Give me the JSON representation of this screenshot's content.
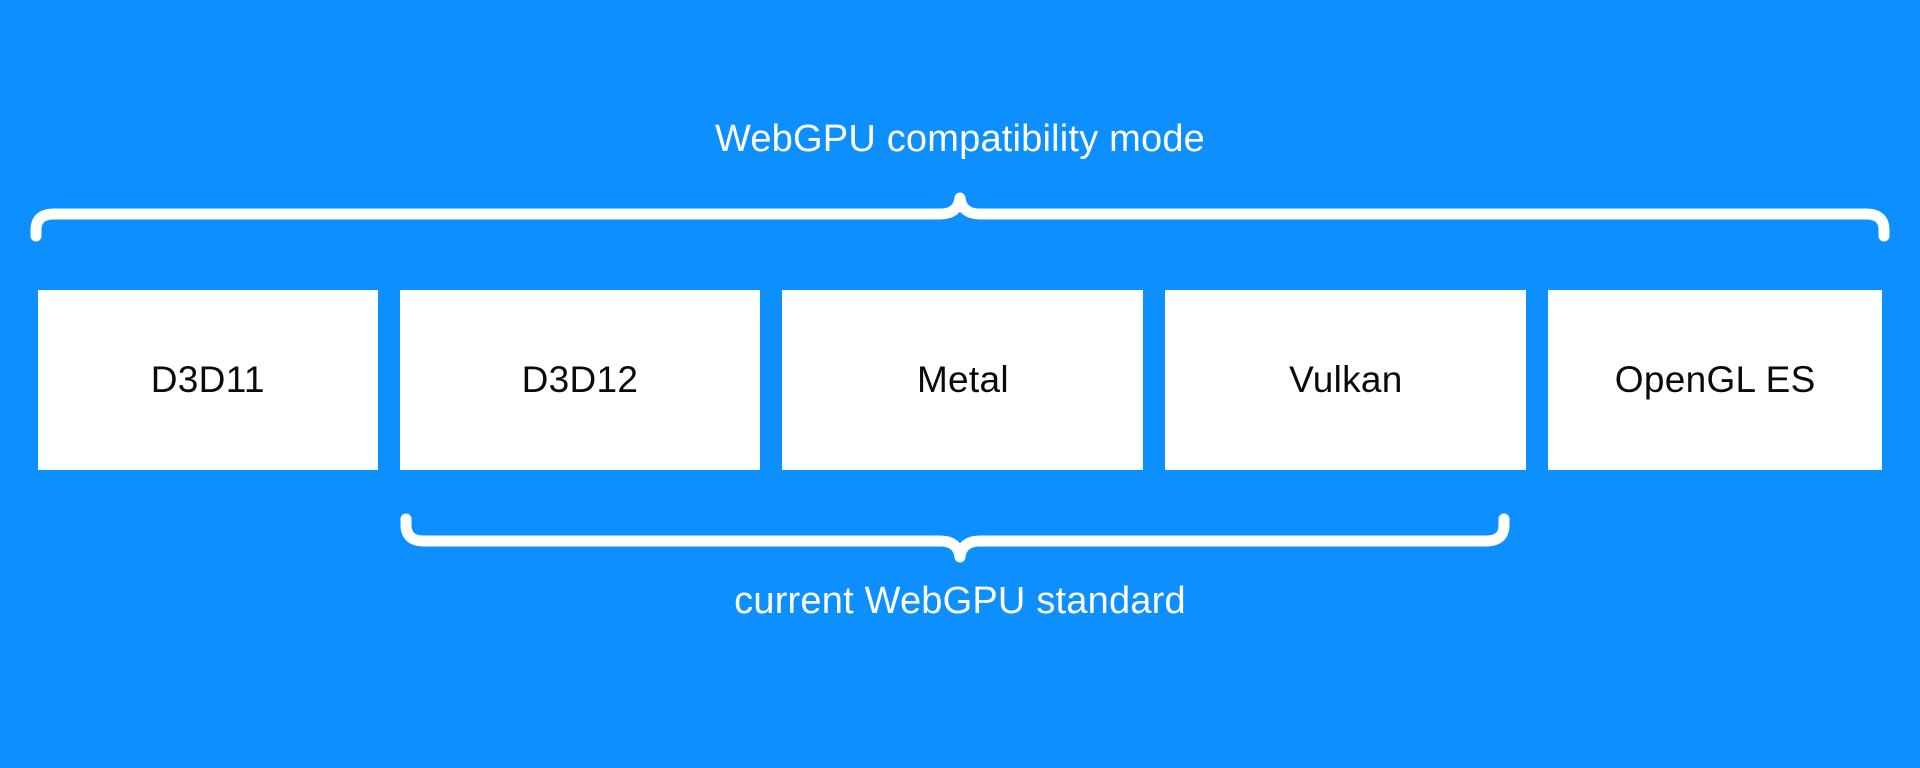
{
  "diagram": {
    "background_color": "#0d8fff",
    "box_fill_color": "#ffffff",
    "box_text_color": "#0a0a0a",
    "brace_color": "#ffffff",
    "top_group": {
      "label": "WebGPU compatibility mode",
      "covers": [
        "D3D11",
        "D3D12",
        "Metal",
        "Vulkan",
        "OpenGL ES"
      ]
    },
    "bottom_group": {
      "label": "current WebGPU standard",
      "covers": [
        "D3D12",
        "Metal",
        "Vulkan"
      ]
    },
    "boxes": [
      {
        "label": "D3D11"
      },
      {
        "label": "D3D12"
      },
      {
        "label": "Metal"
      },
      {
        "label": "Vulkan"
      },
      {
        "label": "OpenGL ES"
      }
    ]
  }
}
